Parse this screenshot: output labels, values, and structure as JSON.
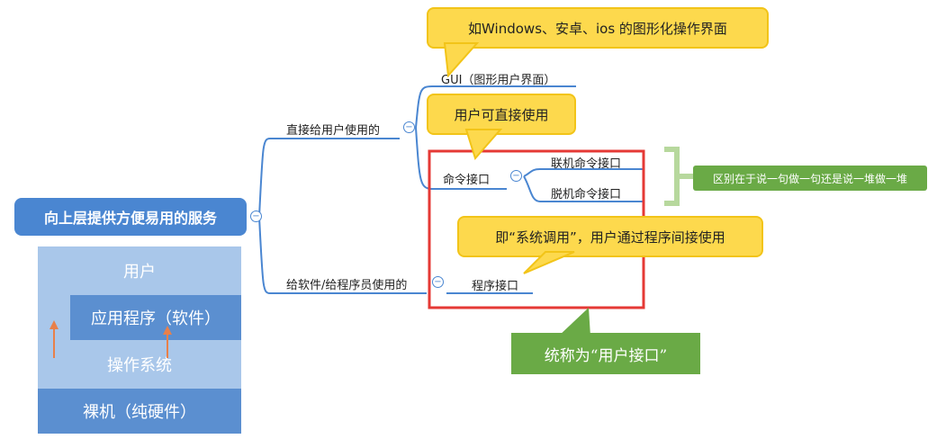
{
  "root": {
    "label": "向上层提供方便易用的服务"
  },
  "branches": {
    "direct": {
      "label": "直接给用户使用的"
    },
    "gui": {
      "label": "GUI（图形用户界面）"
    },
    "cmd": {
      "label": "命令接口"
    },
    "online": {
      "label": "联机命令接口"
    },
    "offline": {
      "label": "脱机命令接口"
    },
    "software": {
      "label": "给软件/给程序员使用的"
    },
    "program": {
      "label": "程序接口"
    }
  },
  "callouts": {
    "gui_note": "如Windows、安卓、ios 的图形化操作界面",
    "user_direct": "用户可直接使用",
    "syscall": "即“系统调用”，用户通过程序间接使用",
    "user_interface": "统称为“用户接口”",
    "diff": "区别在于说一句做一句还是说一堆做一堆"
  },
  "layers": {
    "user": "用户",
    "app": "应用程序（软件）",
    "os": "操作系统",
    "hardware": "裸机（纯硬件）"
  },
  "colors": {
    "root_bg": "#4a86d1",
    "link": "#4a86d1",
    "callout_bg": "#fdd94d",
    "highlight_box": "#e53935",
    "green": "#6aaa46",
    "layer_light": "#a9c7ea",
    "layer_dark": "#5b8fd0",
    "arrow": "#e8804a"
  }
}
